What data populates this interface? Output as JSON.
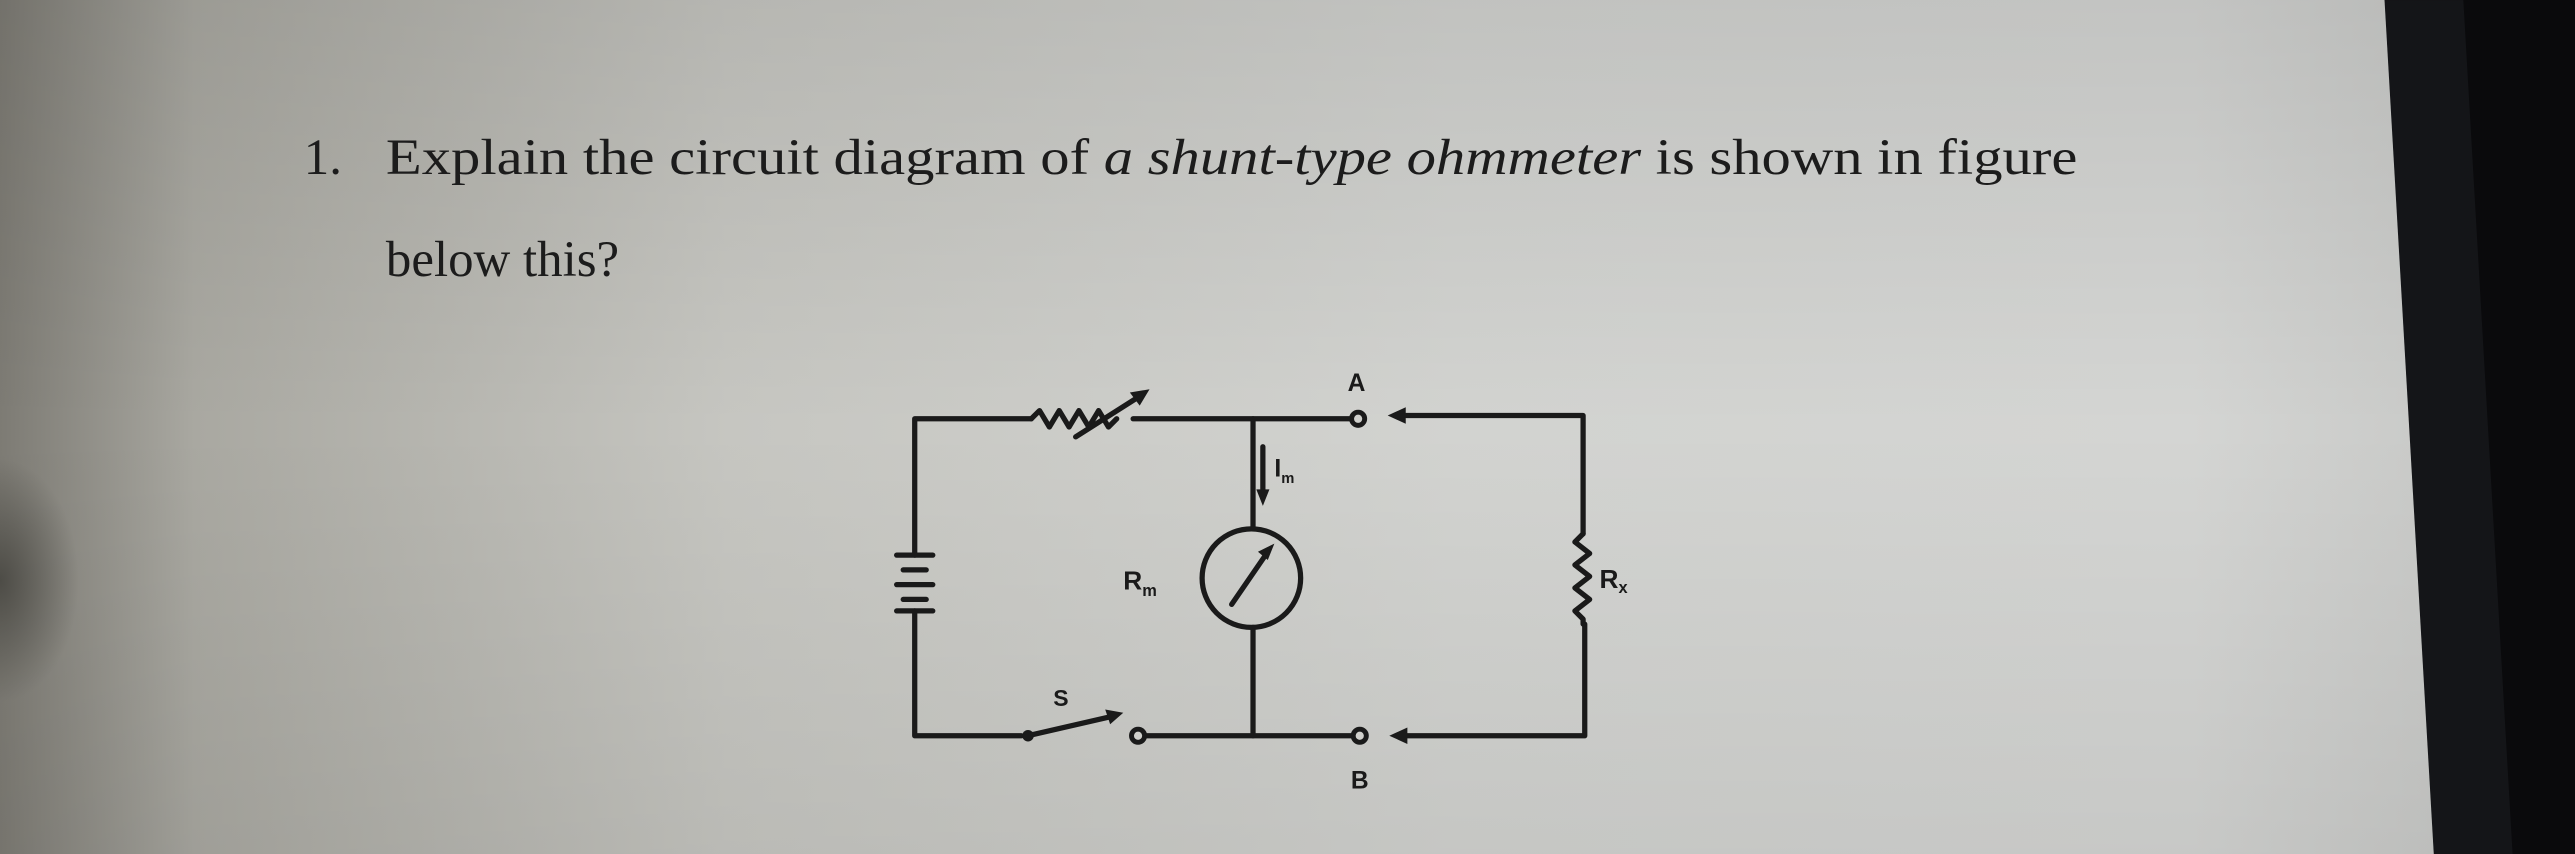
{
  "question": {
    "number": "1.",
    "text_before": "Explain the circuit diagram of ",
    "text_italic": "a shunt-type ohmmeter",
    "text_after": " is shown in figure",
    "line2": "below this?"
  },
  "figure": {
    "labels": {
      "terminal_a": "A",
      "terminal_b": "B",
      "meter_current": "I",
      "meter_current_sub": "m",
      "meter_resistance": "R",
      "meter_resistance_sub": "m",
      "unknown_resistance": "R",
      "unknown_resistance_sub": "x",
      "switch": "S"
    },
    "components": [
      "battery-icon",
      "variable-resistor-icon",
      "meter-icon",
      "switch-icon",
      "resistor-icon"
    ]
  }
}
